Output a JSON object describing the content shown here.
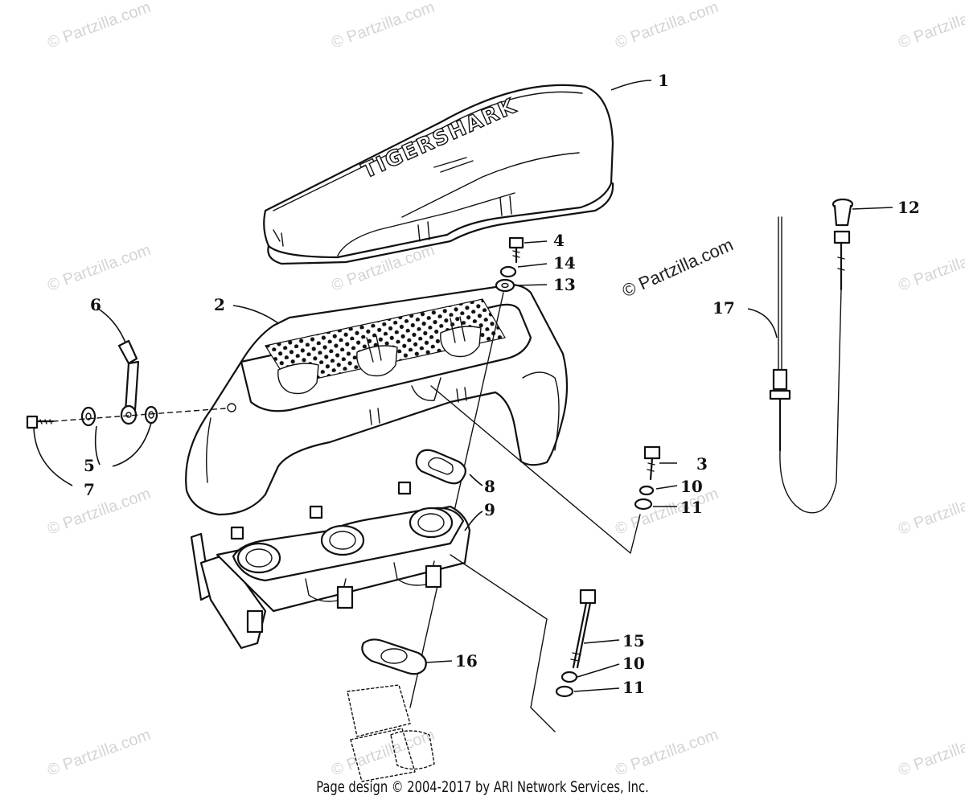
{
  "watermark": {
    "brand": "Partzilla",
    "text": "© Partzilla.com"
  },
  "diagram": {
    "embossed_text": "TIGERSHARK",
    "callouts": [
      {
        "id": "c1",
        "label": "1"
      },
      {
        "id": "c2",
        "label": "2"
      },
      {
        "id": "c3",
        "label": "3"
      },
      {
        "id": "c4",
        "label": "4"
      },
      {
        "id": "c5",
        "label": "5"
      },
      {
        "id": "c6",
        "label": "6"
      },
      {
        "id": "c7",
        "label": "7"
      },
      {
        "id": "c8",
        "label": "8"
      },
      {
        "id": "c9",
        "label": "9"
      },
      {
        "id": "c10a",
        "label": "10"
      },
      {
        "id": "c10b",
        "label": "10"
      },
      {
        "id": "c11a",
        "label": "11"
      },
      {
        "id": "c11b",
        "label": "11"
      },
      {
        "id": "c12",
        "label": "12"
      },
      {
        "id": "c13",
        "label": "13"
      },
      {
        "id": "c14",
        "label": "14"
      },
      {
        "id": "c15",
        "label": "15"
      },
      {
        "id": "c16",
        "label": "16"
      },
      {
        "id": "c17",
        "label": "17"
      }
    ]
  },
  "footer": {
    "text": "Page design © 2004-2017 by ARI Network Services, Inc."
  }
}
